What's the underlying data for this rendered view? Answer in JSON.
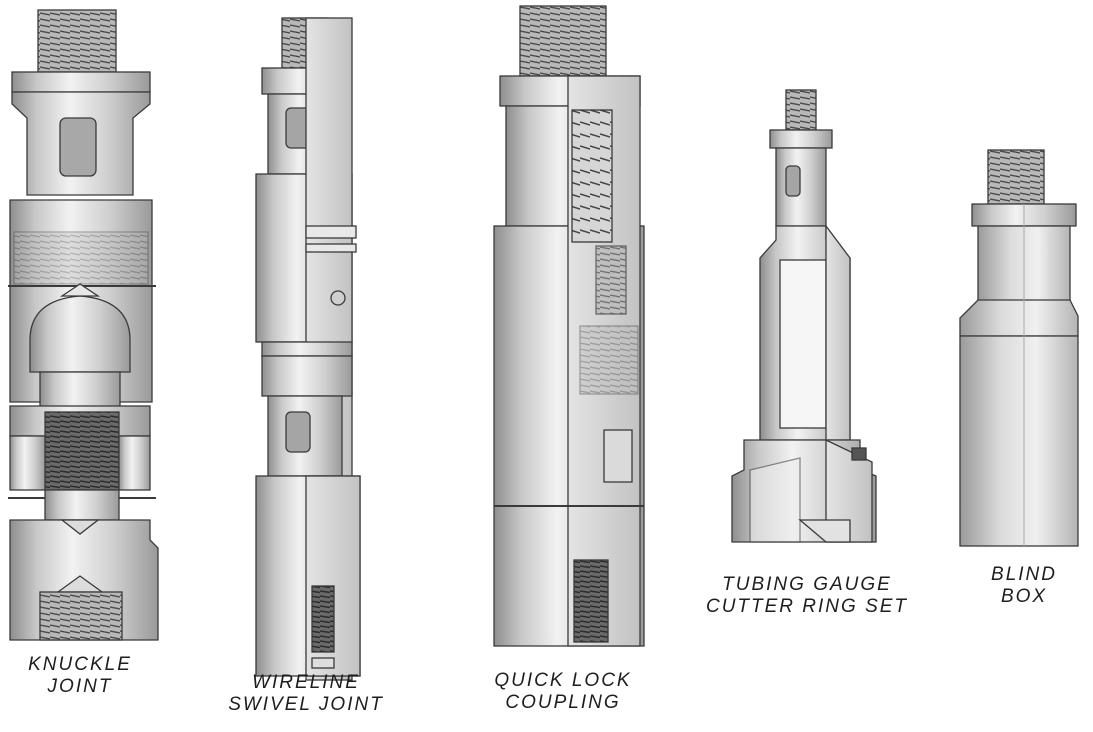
{
  "tools": [
    {
      "id": "knuckle-joint",
      "lines": [
        "KNUCKLE",
        "JOINT"
      ]
    },
    {
      "id": "wireline-swivel-joint",
      "lines": [
        "WIRELINE",
        "SWIVEL JOINT"
      ]
    },
    {
      "id": "quick-lock-coupling",
      "lines": [
        "QUICK LOCK",
        "COUPLING"
      ]
    },
    {
      "id": "tubing-gauge-cutter-ring-set",
      "lines": [
        "TUBING GAUGE",
        "CUTTER RING SET"
      ]
    },
    {
      "id": "blind-box",
      "lines": [
        "BLIND",
        "BOX"
      ]
    }
  ],
  "colors": {
    "metal_light": "#e6e6e6",
    "metal_mid": "#c4c4c4",
    "metal_dark": "#8e8e8e",
    "outline": "#3a3a3a",
    "thread": "#555555",
    "cut_face": "#d4d4d4"
  }
}
